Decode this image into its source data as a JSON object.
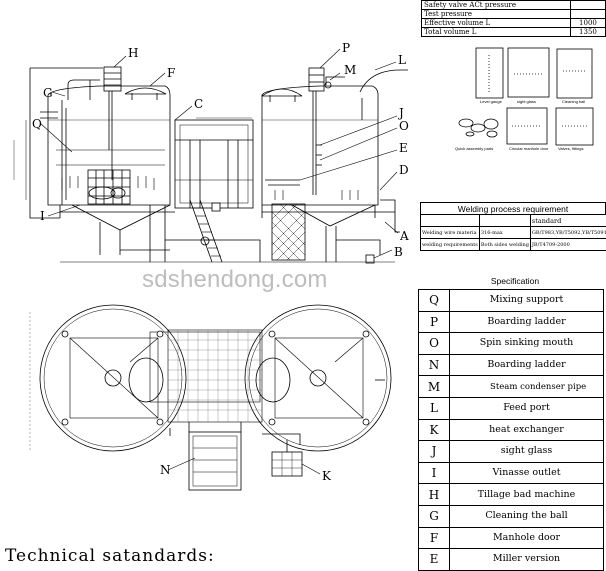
{
  "params_table": {
    "rows": [
      {
        "label": "Safety valve ACt pressure",
        "value": ""
      },
      {
        "label": "Test pressure",
        "value": ""
      },
      {
        "label": "Effective volume  L",
        "value": "1000"
      },
      {
        "label": "Total volume L",
        "value": "1350"
      }
    ]
  },
  "thumbnails": {
    "captions": [
      "Level gauge",
      "sight glass",
      "Cleaning ball",
      "Quick assembly parts",
      "Circular manhole door",
      "Valves, fittings"
    ]
  },
  "callouts": [
    "H",
    "F",
    "G",
    "Q",
    "P",
    "M",
    "L",
    "C",
    "J",
    "O",
    "E",
    "D",
    "I",
    "A",
    "B",
    "N",
    "K"
  ],
  "watermark": "sdshendong.com",
  "welding_table": {
    "title": "Welding process requirement",
    "header_value": "standard",
    "rows": [
      {
        "label": "Welding wire materia",
        "mid": "316-max",
        "value": "GB/T983,YB/T5092,YB/T5091"
      },
      {
        "label": "welding requirements",
        "mid": "Both sides welding",
        "value": "JB/T4709-2000"
      }
    ]
  },
  "specification": {
    "title": "Specification",
    "items": [
      {
        "key": "Q",
        "label": "Mixing support"
      },
      {
        "key": "P",
        "label": "Boarding ladder"
      },
      {
        "key": "O",
        "label": "Spin sinking mouth"
      },
      {
        "key": "N",
        "label": "Boarding ladder"
      },
      {
        "key": "M",
        "label": "Steam condenser pipe"
      },
      {
        "key": "L",
        "label": "Feed port"
      },
      {
        "key": "K",
        "label": "heat exchanger"
      },
      {
        "key": "J",
        "label": "sight glass"
      },
      {
        "key": "I",
        "label": "Vinasse outlet"
      },
      {
        "key": "H",
        "label": "Tillage bad machine"
      },
      {
        "key": "G",
        "label": "Cleaning the ball"
      },
      {
        "key": "F",
        "label": "Manhole door"
      },
      {
        "key": "E",
        "label": "Miller version"
      }
    ]
  },
  "footer": {
    "technical_title": "Technical satandards:"
  }
}
